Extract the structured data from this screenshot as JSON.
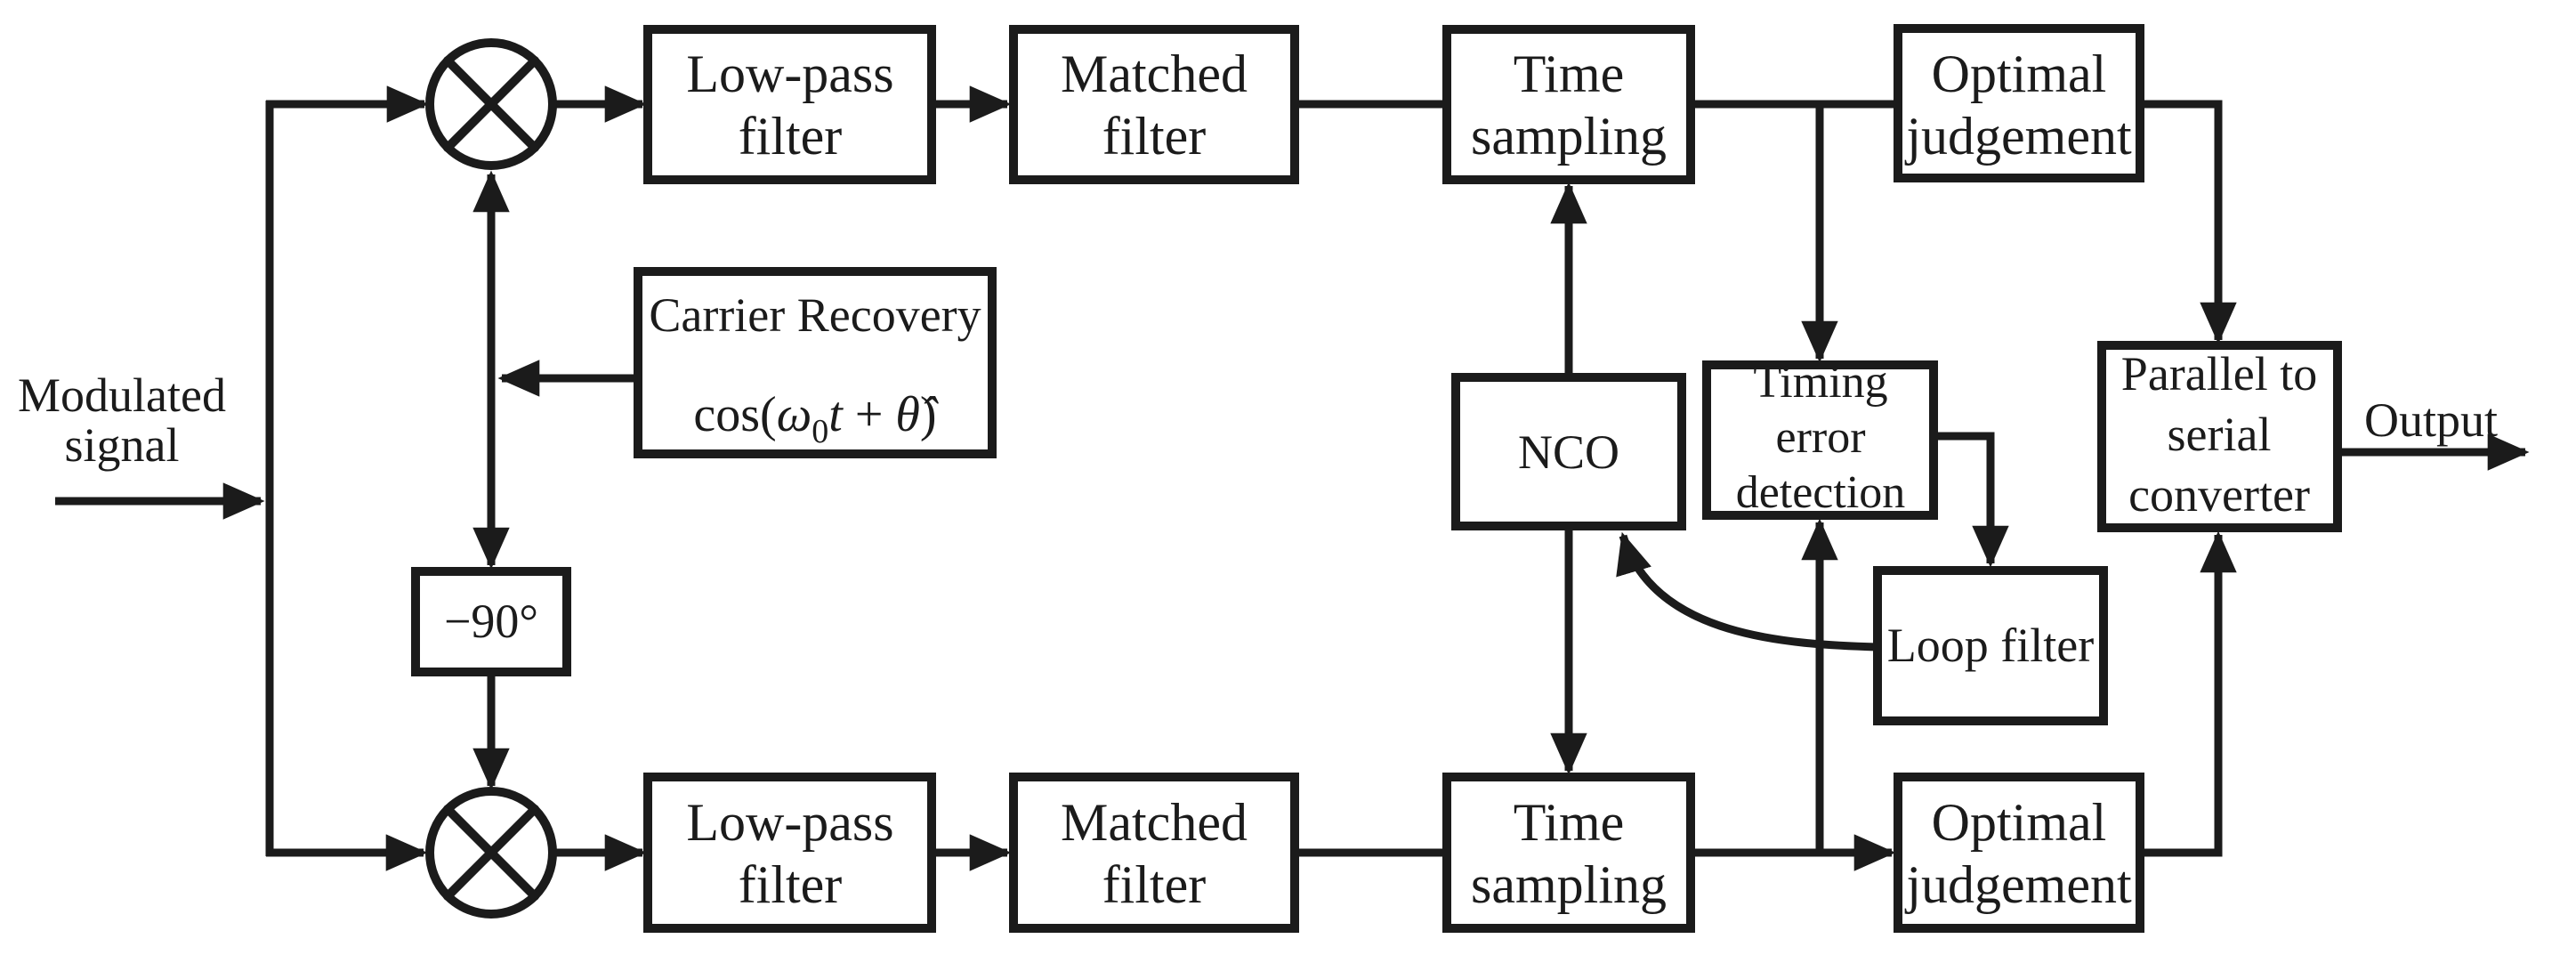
{
  "figure": {
    "type": "signal-processing-block-diagram",
    "ink_color": "#1b1b1b",
    "background_color": "#ffffff",
    "mixer_icon": "circled-x-multiplier",
    "input_label": {
      "line1": "Modulated",
      "line2": "signal"
    },
    "output_label": "Output",
    "boxes": {
      "lpf_top": {
        "line1": "Low-pass",
        "line2": "filter"
      },
      "matched_top": {
        "line1": "Matched",
        "line2": "filter"
      },
      "sampling_top": {
        "line1": "Time",
        "line2": "sampling"
      },
      "judgement_top": {
        "line1": "Optimal",
        "line2": "judgement"
      },
      "carrier_recovery": {
        "title": "Carrier Recovery",
        "formula_prefix": "cos(",
        "formula_omega": "ω",
        "formula_sub": "0",
        "formula_t": "t",
        "formula_plus": " + ",
        "formula_theta": "θ̂",
        "formula_suffix": ")"
      },
      "phase_shift": {
        "label": "−90°"
      },
      "nco": {
        "label": "NCO"
      },
      "timing_error": {
        "line1": "Timing",
        "line2": "error",
        "line3": "detection"
      },
      "loop_filter": {
        "label": "Loop filter"
      },
      "p2s": {
        "line1": "Parallel to",
        "line2": "serial",
        "line3": "converter"
      },
      "lpf_bottom": {
        "line1": "Low-pass",
        "line2": "filter"
      },
      "matched_bottom": {
        "line1": "Matched",
        "line2": "filter"
      },
      "sampling_bottom": {
        "line1": "Time",
        "line2": "sampling"
      },
      "judgement_bottom": {
        "line1": "Optimal",
        "line2": "judgement"
      }
    }
  }
}
